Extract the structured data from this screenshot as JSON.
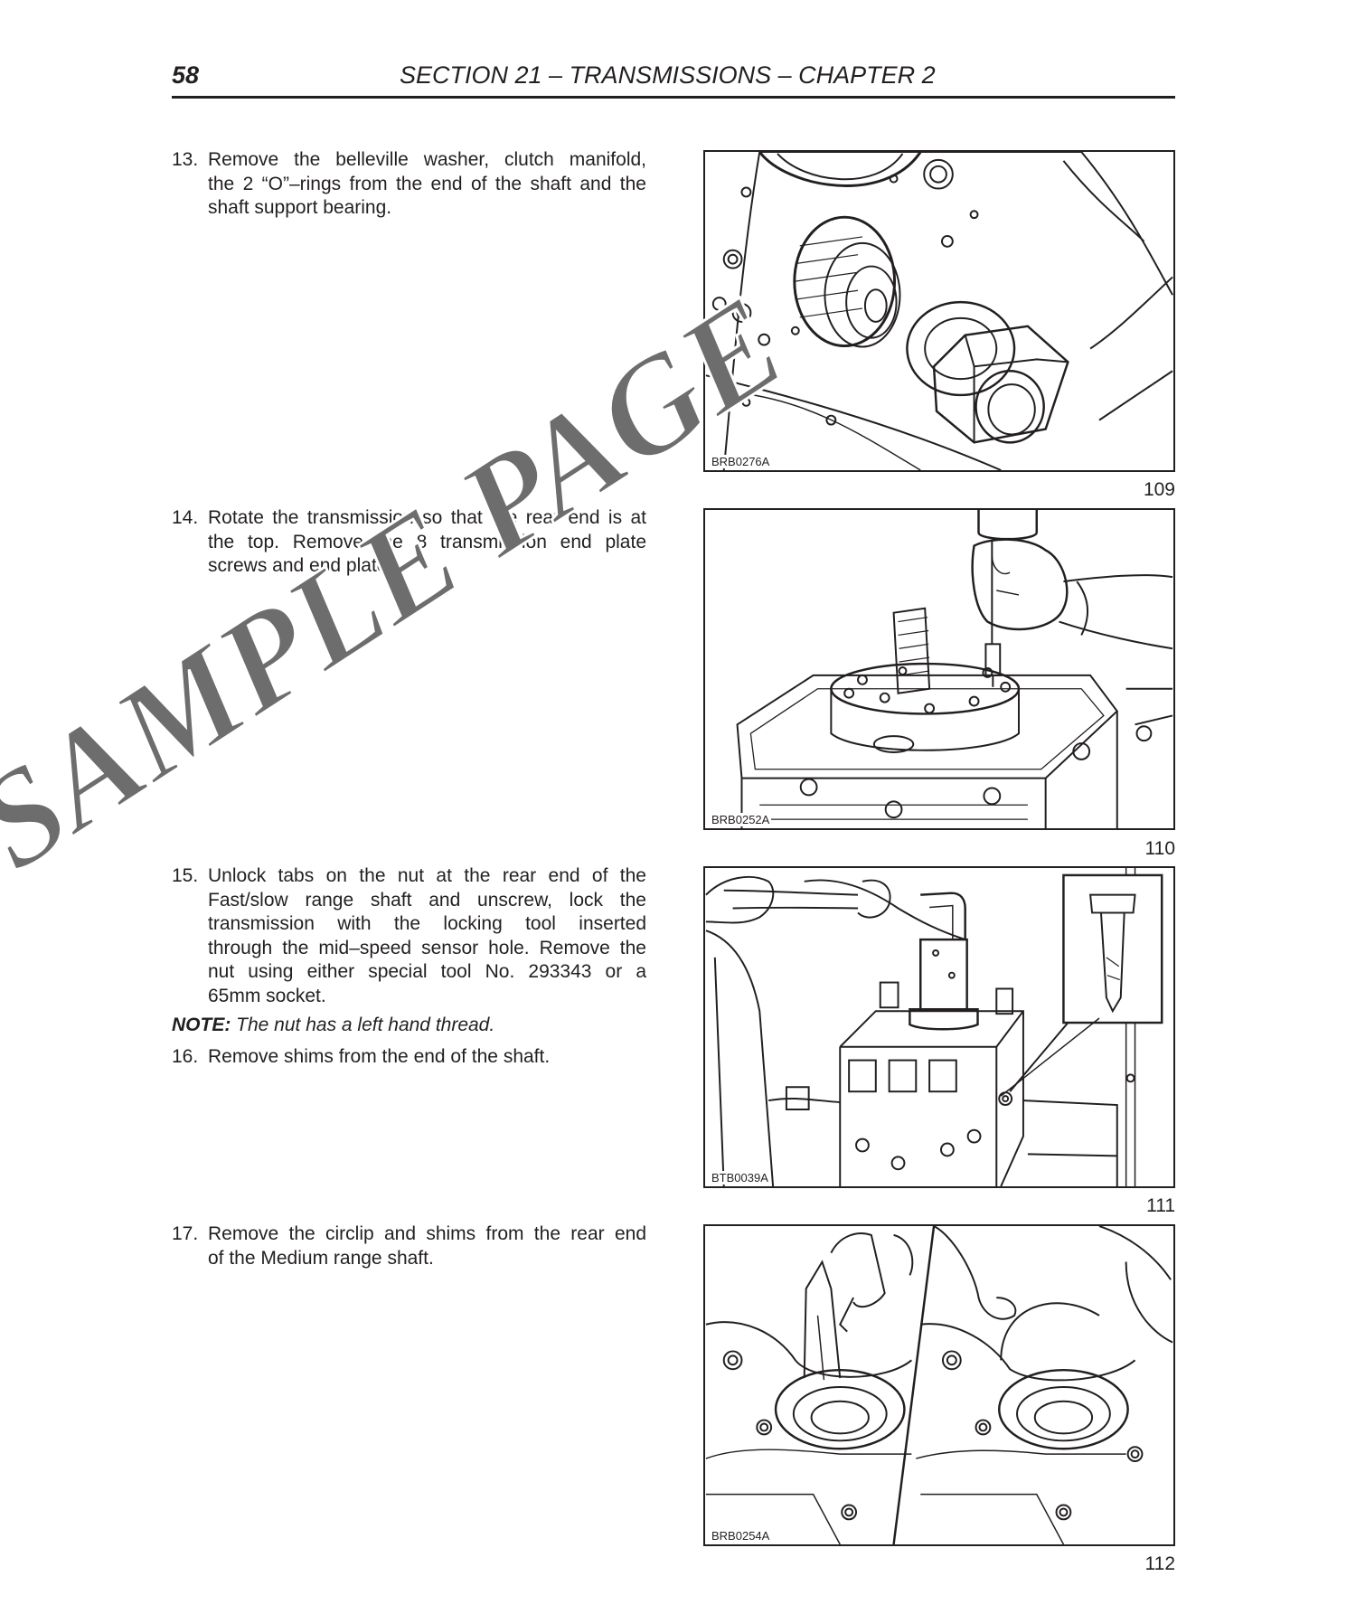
{
  "header": {
    "page_number": "58",
    "section_title": "SECTION 21 – TRANSMISSIONS – CHAPTER 2"
  },
  "steps": [
    {
      "number": "13.",
      "lines": [
        "Remove the belleville washer, clutch manifold,",
        "the 2 “O”–rings from the end of the shaft and the",
        "shaft support bearing."
      ]
    },
    {
      "number": "14.",
      "lines": [
        "Rotate the transmission so that the rear end is at",
        "the top. Remove the 8 transmission end plate",
        "screws and end plate."
      ]
    },
    {
      "number": "15.",
      "lines": [
        "Unlock tabs on the nut at the rear end of the",
        "Fast/slow range shaft and unscrew, lock the",
        "transmission with the locking tool inserted",
        "through the mid–speed sensor hole. Remove the",
        "nut using either special tool No. 293343 or a",
        "65mm socket."
      ]
    },
    {
      "number": "16.",
      "lines": [
        "Remove shims from the end of the shaft."
      ]
    },
    {
      "number": "17.",
      "lines": [
        "Remove the circlip and shims from the rear end",
        "of the Medium range shaft."
      ]
    }
  ],
  "note": {
    "label": "NOTE:",
    "text": " The nut has a left hand thread."
  },
  "figures": [
    {
      "code": "BRB0276A",
      "number": "109",
      "icon": "belleville-washer-nut-illustration"
    },
    {
      "code": "BRB0252A",
      "number": "110",
      "icon": "end-plate-screw-removal-illustration"
    },
    {
      "code": "BTB0039A",
      "number": "111",
      "icon": "locking-tool-nut-removal-illustration"
    },
    {
      "code": "BRB0254A",
      "number": "112",
      "icon": "circlip-removal-illustration"
    }
  ],
  "watermark": {
    "text": "SAMPLE PAGE",
    "color": "#6d6d6d"
  },
  "colors": {
    "ink": "#231f20"
  }
}
